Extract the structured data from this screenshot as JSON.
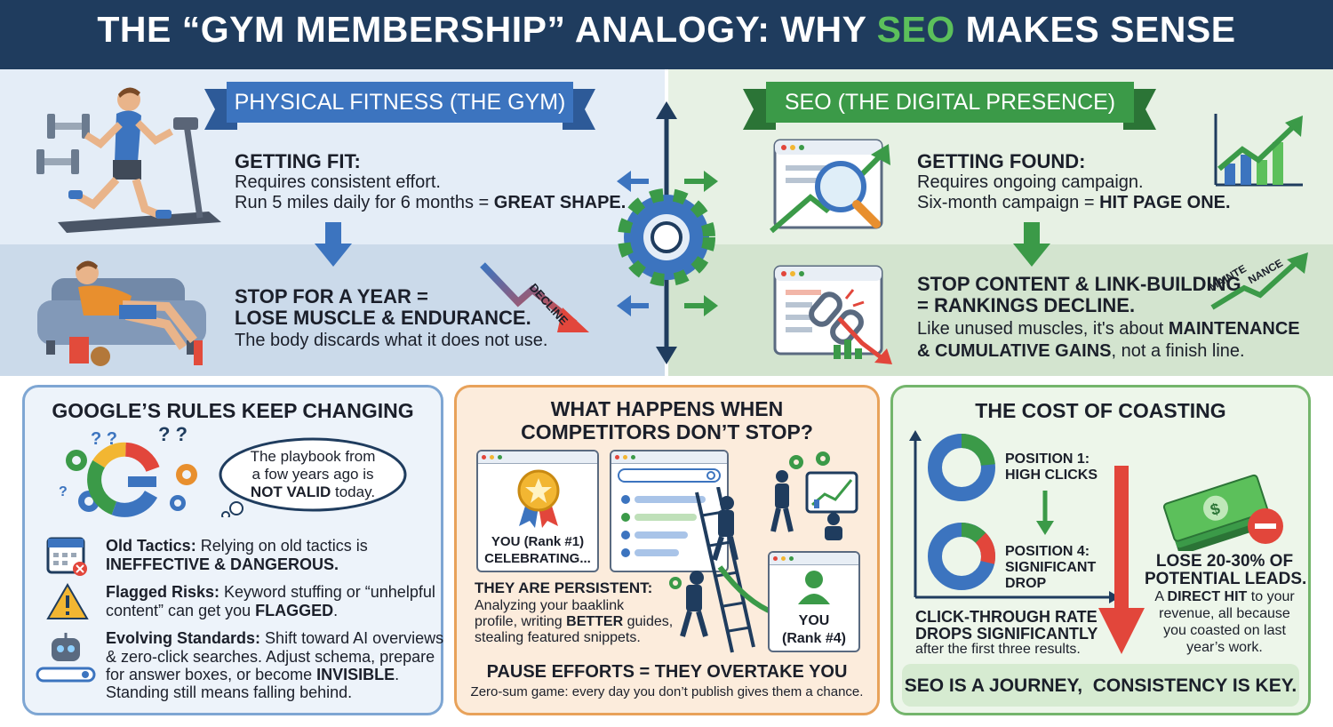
{
  "header": {
    "title_pre": "THE “GYM MEMBERSHIP” ANALOGY: WHY ",
    "title_hl": "SEO",
    "title_post": " MAKES SENSE"
  },
  "left": {
    "ribbon": "PHYSICAL FITNESS (THE GYM)",
    "fit_heading": "GETTING FIT:",
    "fit_line1": "Requires consistent effort.",
    "fit_line2_pre": "Run 5 miles daily for 6 months = ",
    "fit_line2_bold": "GREAT SHAPE.",
    "stop_heading1": "STOP FOR A YEAR =",
    "stop_heading2": "LOSE MUSCLE & ENDURANCE.",
    "stop_line": "The body discards what it does not use.",
    "decline_label": "DECLINE"
  },
  "right": {
    "ribbon": "SEO (THE DIGITAL PRESENCE)",
    "found_heading": "GETTING FOUND:",
    "found_line1": "Requires ongoing campaign.",
    "found_line2_pre": "Six-month campaign = ",
    "found_line2_bold": "HIT PAGE ONE.",
    "stop_heading1": "STOP CONTENT & LINK-BUILDING",
    "stop_heading2": "= RANKINGS DECLINE.",
    "stop_line1_pre": "Like unused muscles, it's about ",
    "stop_line1_bold": "MAINTENANCE",
    "stop_line2_bold": "& CUMULATIVE GAINS",
    "stop_line2_post": ", not a finish line.",
    "maint_label1": "MAINTE",
    "maint_label2": "NANCE"
  },
  "card_google": {
    "title": "GOOGLE’S RULES KEEP CHANGING",
    "bubble1": "The playbook from",
    "bubble2": "a fow years ago is",
    "bubble3_bold": "NOT VALID",
    "bubble3_post": " today.",
    "item1_bold": "Old Tactics:",
    "item1_text": " Relying on old tactics is",
    "item1_line2": "INEFFECTIVE & DANGEROUS.",
    "item2_bold": "Flagged Risks:",
    "item2_text": " Keyword stuffing or “unhelpful",
    "item2_line2_pre": "content” can get you ",
    "item2_line2_bold": "FLAGGED",
    "item2_line2_post": ".",
    "item3_bold": "Evolving Standards:",
    "item3_text": " Shift toward AI overviews",
    "item3_line2": "& zero-click searches. Adjust schema, prepare",
    "item3_line3_pre": "for answer boxes, or become ",
    "item3_line3_bold": "INVISIBLE",
    "item3_line3_post": ".",
    "item3_line4": "Standing still means falling behind."
  },
  "card_competitors": {
    "title1": "WHAT HAPPENS WHEN",
    "title2": "COMPETITORS DON’T STOP?",
    "you1_line1": "YOU (Rank #1)",
    "you1_line2": "CELEBRATING...",
    "you4_line1": "YOU",
    "you4_line2": "(Rank #4)",
    "persist_heading": "THEY ARE PERSISTENT:",
    "persist_line1": "Analyzing your baaklink",
    "persist_line2_pre": "profile, writing ",
    "persist_line2_bold": "BETTER",
    "persist_line2_post": " guides,",
    "persist_line3": "stealing featured snippets.",
    "pause_heading": "PAUSE EFFORTS = THEY OVERTAKE YOU",
    "pause_line": "Zero-sum game: every day you don’t publish gives them a chance."
  },
  "card_cost": {
    "title": "THE COST OF COASTING",
    "pos1_line1": "POSITION 1:",
    "pos1_line2": "HIGH CLICKS",
    "pos4_line1": "POSITION 4:",
    "pos4_line2": "SIGNIFICANT",
    "pos4_line3": "DROP",
    "ctr_line1": "CLICK-THROUGH RATE",
    "ctr_line2": "DROPS SIGNIFICANTLY",
    "ctr_line3": "after the first three results.",
    "lose_line1": "LOSE 20-30% OF",
    "lose_line2": "POTENTIAL LEADS.",
    "lose_line3_pre": "A ",
    "lose_line3_bold": "DIRECT HIT",
    "lose_line3_post": " to your",
    "lose_line4": "revenue, all because",
    "lose_line5": "you coasted on last",
    "lose_line6": "year’s work.",
    "footer": "SEO IS A JOURNEY,  CONSISTENCY IS KEY."
  },
  "colors": {
    "navy": "#1f3c5e",
    "blue": "#3c74bf",
    "green": "#3b9a48",
    "red": "#e2463b",
    "orange": "#e8a25a"
  }
}
